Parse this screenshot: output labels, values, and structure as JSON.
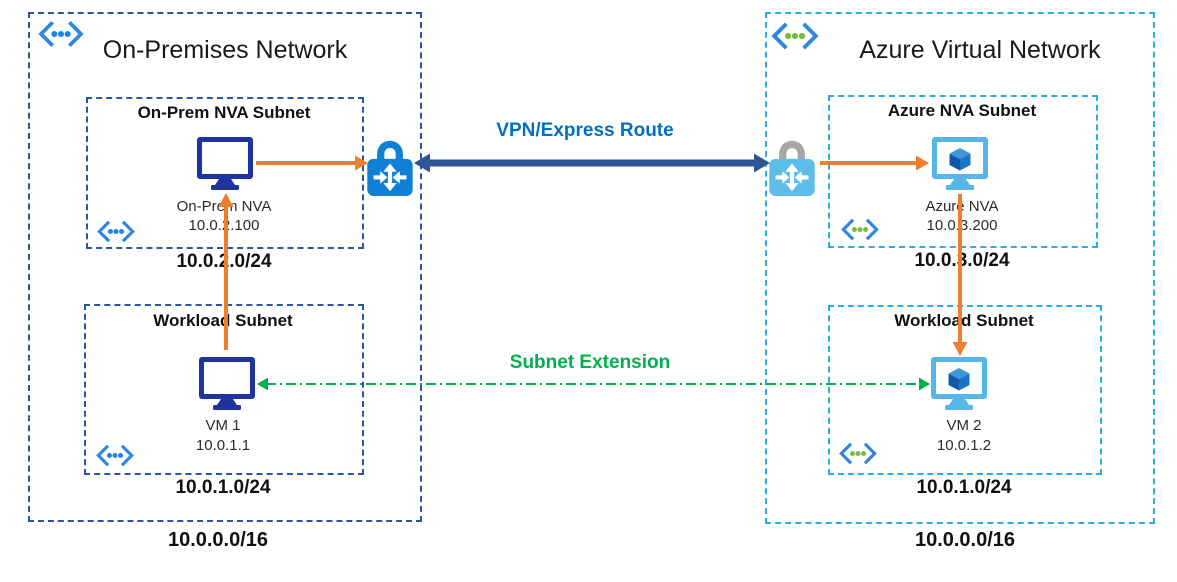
{
  "onprem": {
    "title": "On-Premises Network",
    "network_cidr": "10.0.0.0/16",
    "nva_subnet": {
      "title": "On-Prem NVA Subnet",
      "device_name": "On-Prem NVA",
      "device_ip": "10.0.2.100",
      "cidr": "10.0.2.0/24"
    },
    "workload_subnet": {
      "title": "Workload Subnet",
      "device_name": "VM 1",
      "device_ip": "10.0.1.1",
      "cidr": "10.0.1.0/24"
    }
  },
  "azure": {
    "title": "Azure Virtual Network",
    "network_cidr": "10.0.0.0/16",
    "nva_subnet": {
      "title": "Azure NVA Subnet",
      "device_name": "Azure NVA",
      "device_ip": "10.0.3.200",
      "cidr": "10.0.3.0/24"
    },
    "workload_subnet": {
      "title": "Workload Subnet",
      "device_name": "VM 2",
      "device_ip": "10.0.1.2",
      "cidr": "10.0.1.0/24"
    }
  },
  "connections": {
    "vpn": {
      "label": "VPN/Express Route"
    },
    "subnet_extension": {
      "label": "Subnet Extension"
    }
  },
  "icons": {
    "network": "network-brackets-icon",
    "onprem_device": "monitor-icon",
    "azure_device": "azure-vm-icon",
    "gateway": "vpn-gateway-lock-icon"
  },
  "colors": {
    "onprem-border": "#2b55a2",
    "azure-border": "#27ade8",
    "orange": "#ed7d31",
    "vpn-blue": "#2e5596",
    "vpn-text": "#0070c0",
    "green": "#00b050",
    "onprem-device": "#1e339f",
    "azure-device": "#57b6e8",
    "lock-left": "#0f80d6",
    "lock-right-body": "#5bbde8",
    "lock-right-shackle": "#a6a6a6",
    "bracket-blue": "#2e86e0",
    "dot-blue": "#1b84e8",
    "dot-green": "#7cbb42",
    "text": "#1f1f1f"
  }
}
